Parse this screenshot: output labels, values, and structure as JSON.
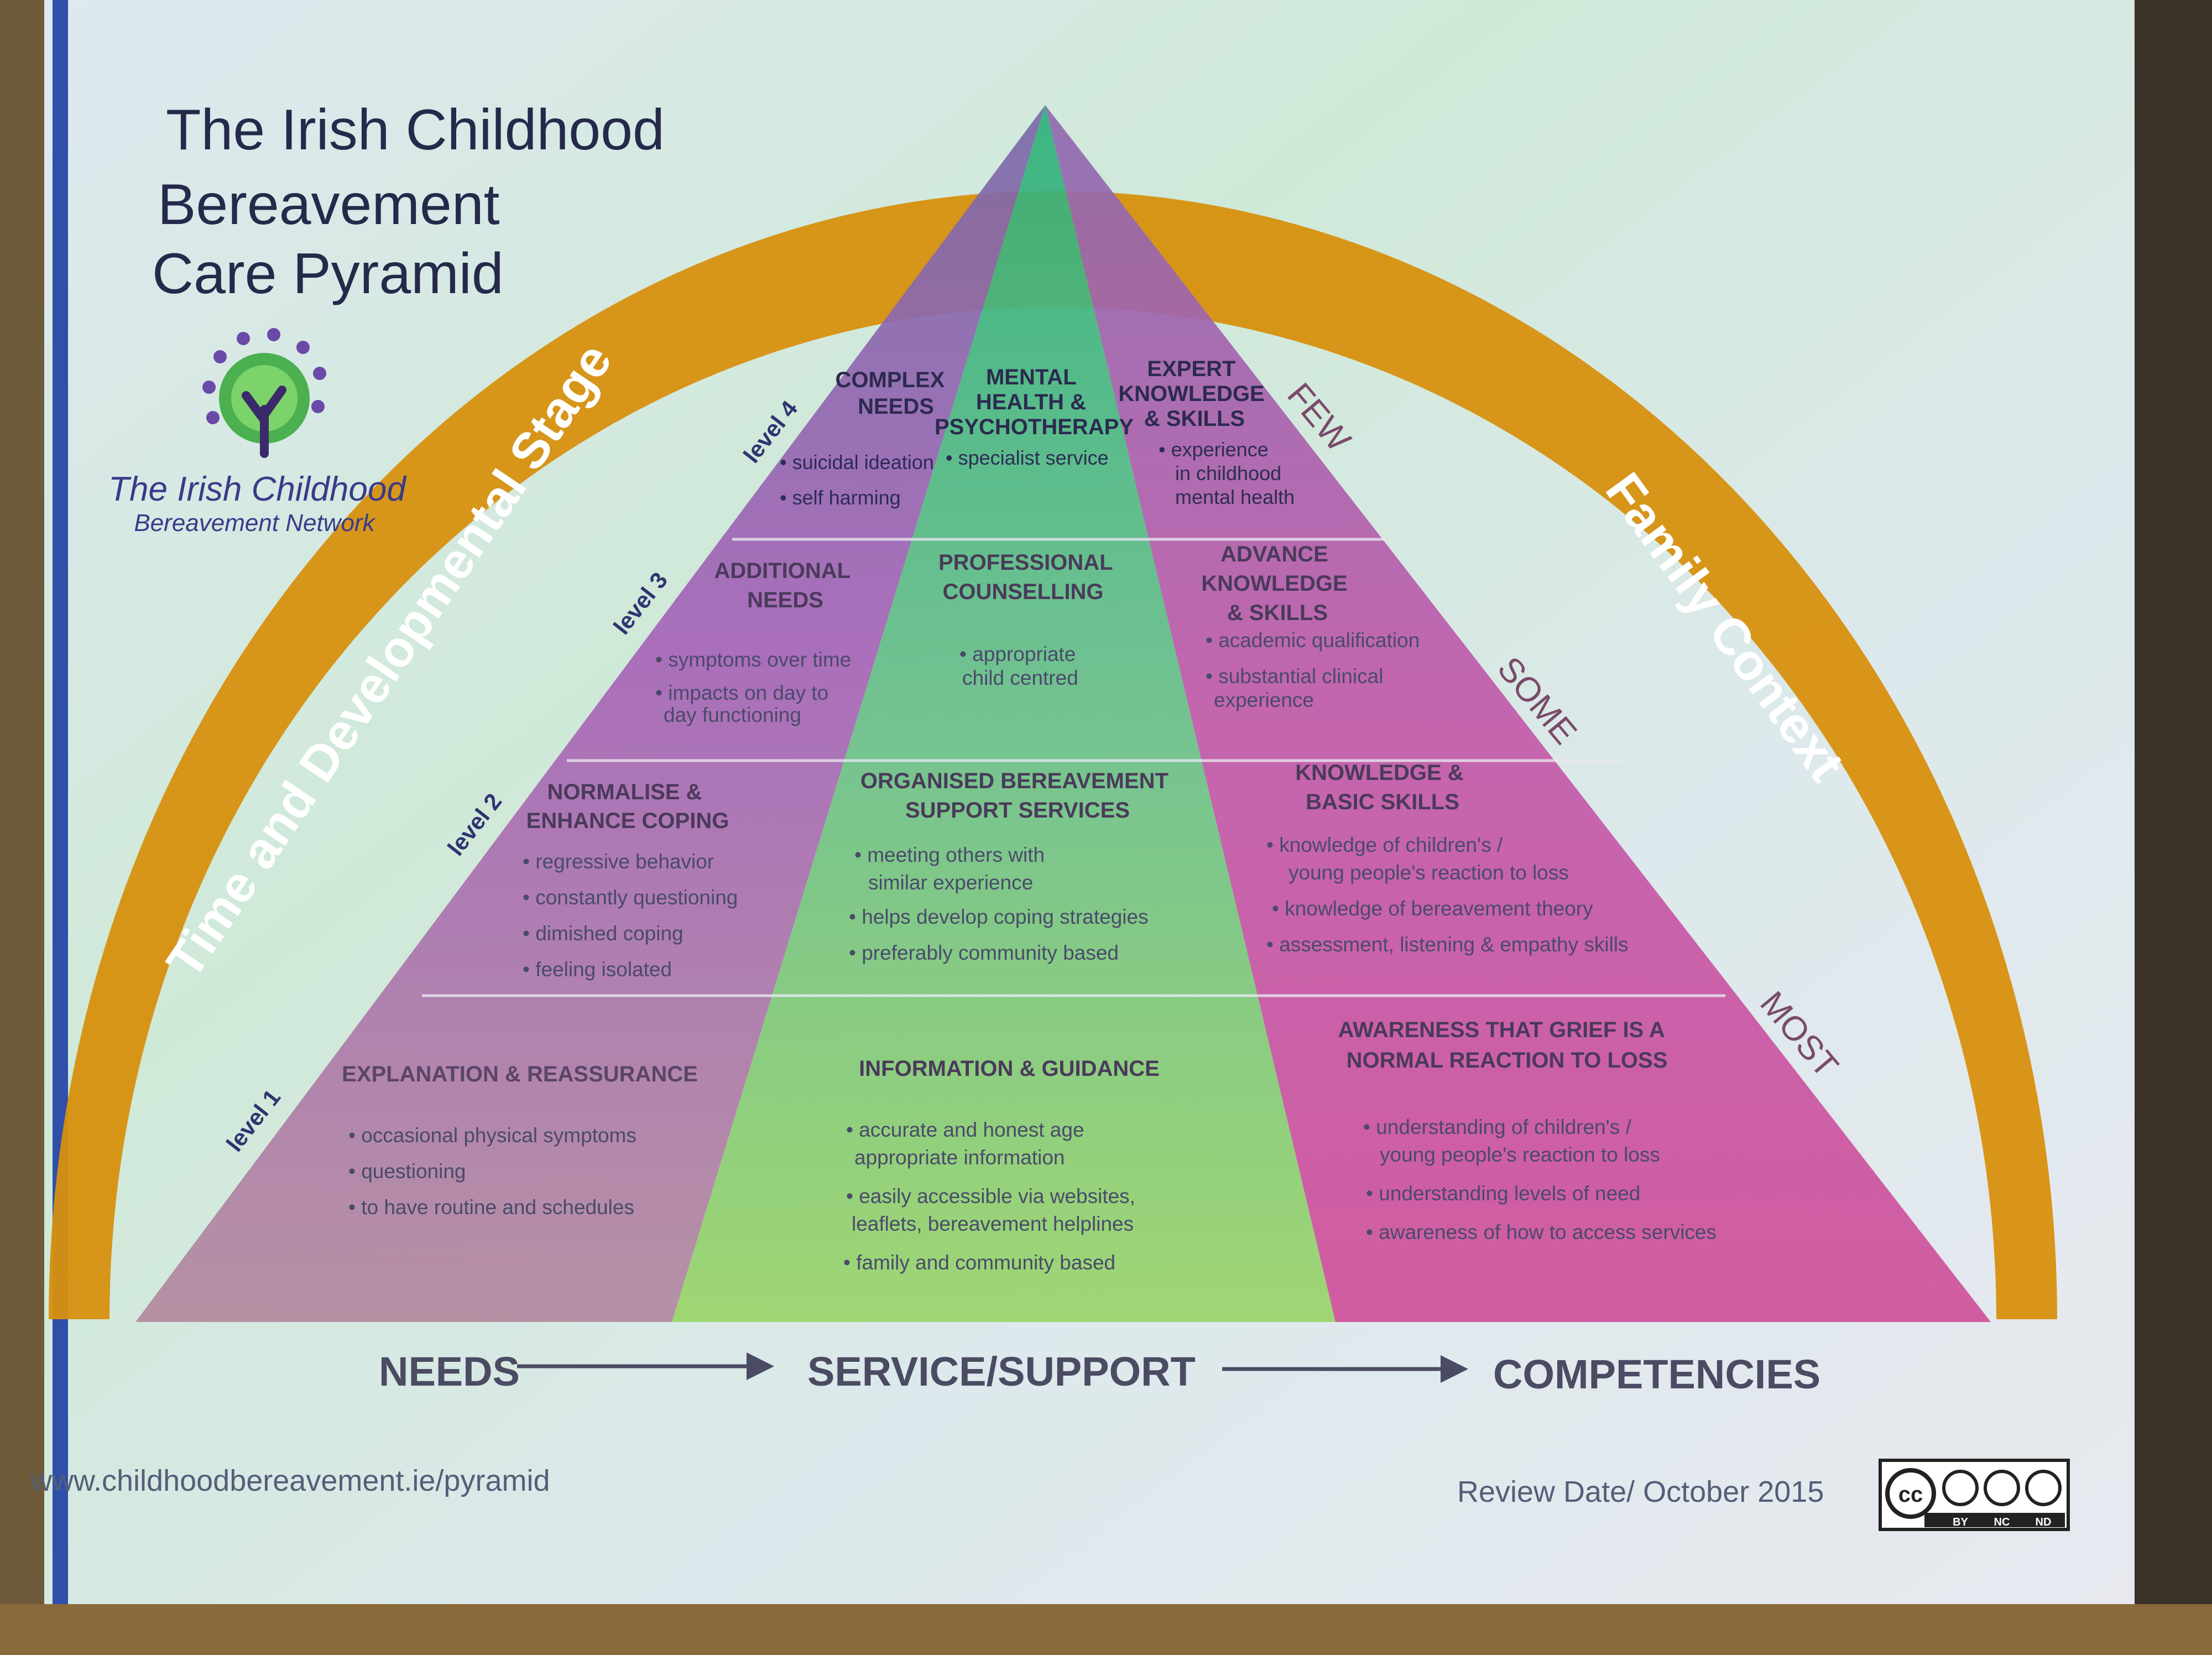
{
  "title_lines": [
    "The Irish Childhood",
    "Bereavement",
    "Care Pyramid"
  ],
  "logo": {
    "name_line1": "The Irish Childhood",
    "name_line2": "Bereavement Network",
    "icon": "tree-icon"
  },
  "arc_left_label": "Time and Developmental Stage",
  "arc_right_label": "Family Context",
  "reach_labels": [
    "FEW",
    "SOME",
    "MOST"
  ],
  "levels": [
    {
      "level_label": "level 4",
      "needs_heading": [
        "COMPLEX",
        "NEEDS"
      ],
      "needs_bullets": [
        "• suicidal ideation",
        "• self harming"
      ],
      "service_heading": [
        "MENTAL",
        "HEALTH &",
        "PSYCHOTHERAPY"
      ],
      "service_bullets": [
        "• specialist service"
      ],
      "competency_heading": [
        "EXPERT",
        "KNOWLEDGE",
        "& SKILLS"
      ],
      "competency_bullets": [
        "• experience",
        "in childhood",
        "mental health"
      ]
    },
    {
      "level_label": "level 3",
      "needs_heading": [
        "ADDITIONAL",
        "NEEDS"
      ],
      "needs_bullets": [
        "• symptoms over time",
        "• impacts on day to",
        "day functioning"
      ],
      "service_heading": [
        "PROFESSIONAL",
        "COUNSELLING"
      ],
      "service_bullets": [
        "• appropriate",
        "child centred"
      ],
      "competency_heading": [
        "ADVANCE",
        "KNOWLEDGE",
        "& SKILLS"
      ],
      "competency_bullets": [
        "• academic qualification",
        "• substantial clinical",
        "experience"
      ]
    },
    {
      "level_label": "level 2",
      "needs_heading": [
        "NORMALISE &",
        "ENHANCE COPING"
      ],
      "needs_bullets": [
        "• regressive behavior",
        "• constantly questioning",
        "• dimished coping",
        "• feeling isolated"
      ],
      "service_heading": [
        "ORGANISED BEREAVEMENT",
        "SUPPORT SERVICES"
      ],
      "service_bullets": [
        "• meeting others with",
        "similar experience",
        "• helps develop coping strategies",
        "• preferably community based"
      ],
      "competency_heading": [
        "KNOWLEDGE &",
        "BASIC SKILLS"
      ],
      "competency_bullets": [
        "• knowledge of children's /",
        "young people's reaction to loss",
        "• knowledge of bereavement theory",
        "• assessment, listening & empathy skills"
      ]
    },
    {
      "level_label": "level 1",
      "needs_heading": [
        "EXPLANATION & REASSURANCE"
      ],
      "needs_bullets": [
        "• occasional physical symptoms",
        "• questioning",
        "• to have routine and schedules"
      ],
      "service_heading": [
        "INFORMATION & GUIDANCE"
      ],
      "service_bullets": [
        "• accurate and honest age",
        "appropriate information",
        "• easily accessible via websites,",
        "leaflets, bereavement helplines",
        "• family and community based"
      ],
      "competency_heading": [
        "AWARENESS THAT GRIEF IS A",
        "NORMAL REACTION TO LOSS"
      ],
      "competency_bullets": [
        "• understanding of children's /",
        "young people's reaction to loss",
        "• understanding levels of need",
        "• awareness of how to access services"
      ]
    }
  ],
  "axis": {
    "needs": "NEEDS",
    "service": "SERVICE/SUPPORT",
    "competencies": "COMPETENCIES"
  },
  "footer": {
    "url": "www.childhoodbereavement.ie/pyramid",
    "review_date": "Review Date/ October 2015"
  },
  "license_badge": {
    "labels": [
      "BY",
      "NC",
      "ND"
    ],
    "icon": "creative-commons-icon"
  },
  "colors": {
    "arc": "#d7900e",
    "needs_band": "#a56aa8",
    "service_band": "#5cc08a",
    "competency_band": "#cf4f9b",
    "title": "#25294a"
  }
}
